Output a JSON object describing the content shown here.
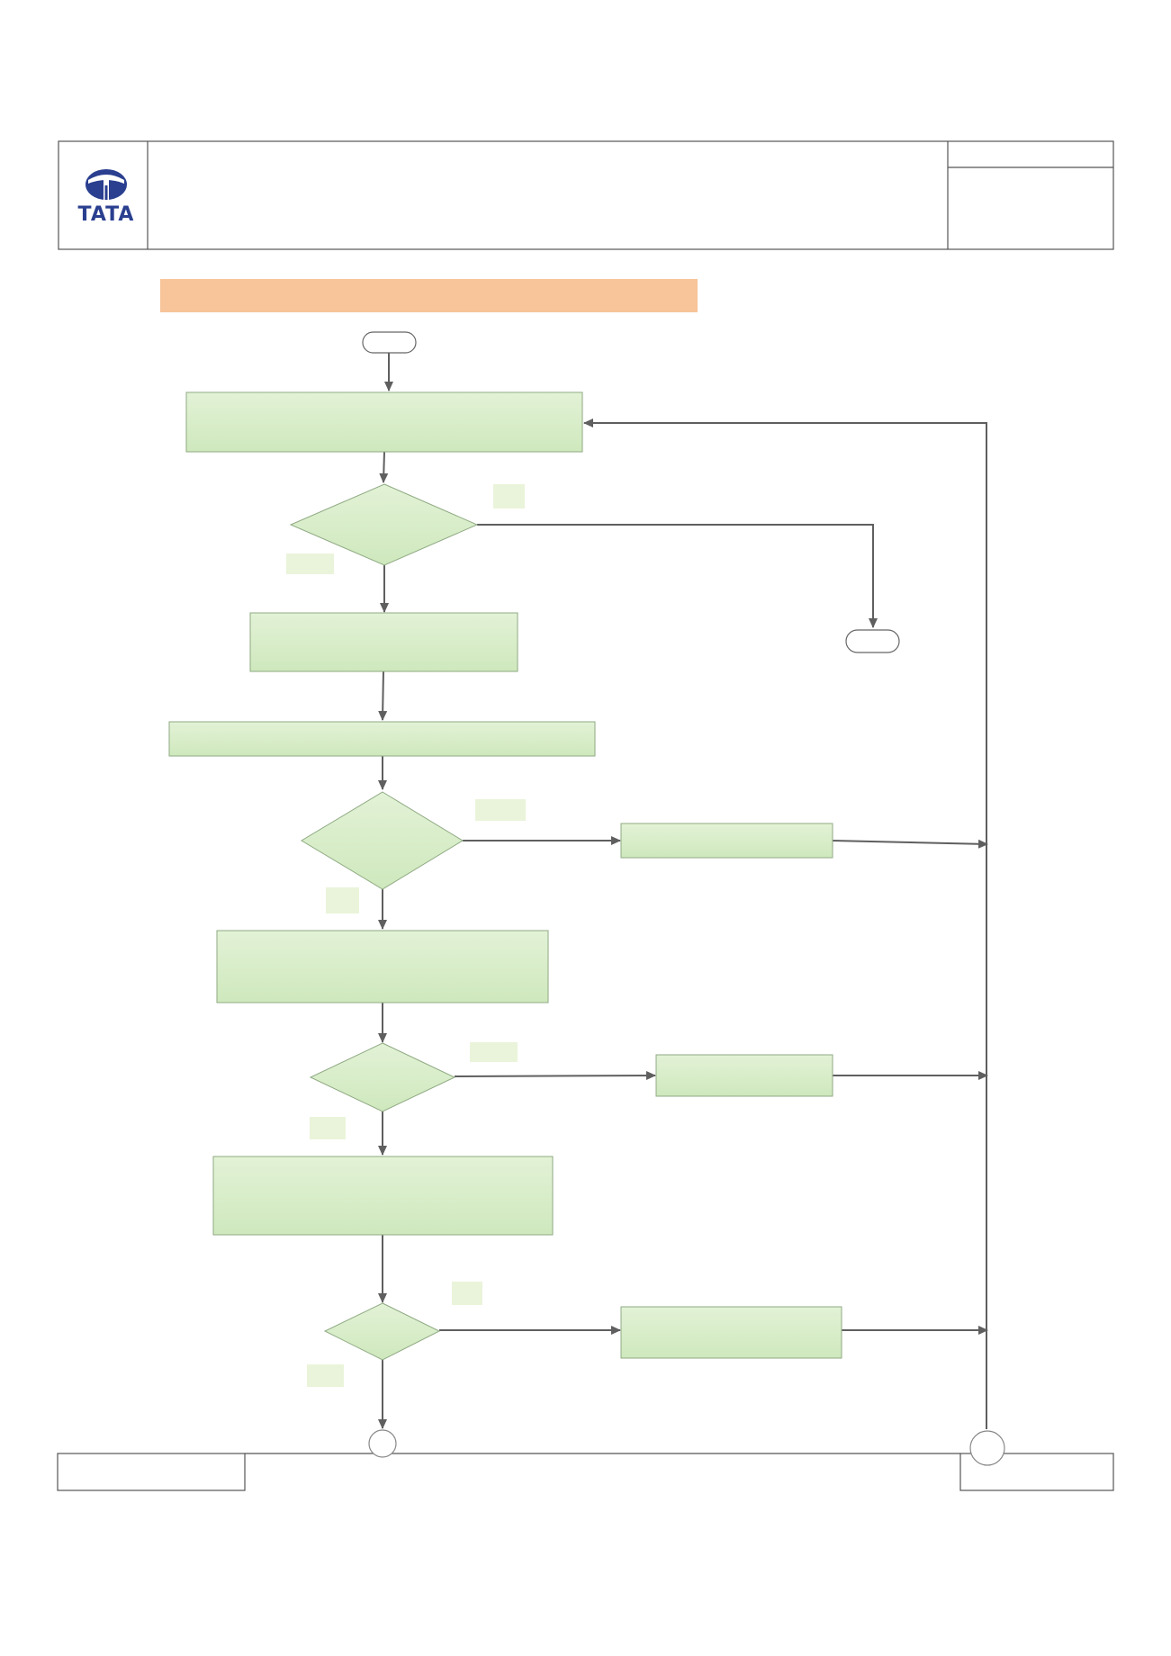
{
  "header": {
    "logo_text": "TATA",
    "logo_icon": "tata-emblem-icon",
    "title": "",
    "doc_info_top": "",
    "doc_info_bottom": ""
  },
  "section_banner": {
    "label": ""
  },
  "flowchart": {
    "start": {
      "label": ""
    },
    "steps": [
      {
        "id": "step-1",
        "label": ""
      },
      {
        "id": "step-2",
        "label": ""
      },
      {
        "id": "step-3",
        "label": ""
      },
      {
        "id": "step-4",
        "label": ""
      },
      {
        "id": "step-5",
        "label": ""
      }
    ],
    "decisions": [
      {
        "id": "decision-1",
        "label": "",
        "yes_label": "",
        "no_label": ""
      },
      {
        "id": "decision-2",
        "label": "",
        "yes_label": "",
        "no_label": ""
      },
      {
        "id": "decision-3",
        "label": "",
        "yes_label": "",
        "no_label": ""
      },
      {
        "id": "decision-4",
        "label": "",
        "yes_label": "",
        "no_label": ""
      }
    ],
    "side_steps": [
      {
        "id": "side-1",
        "label": ""
      },
      {
        "id": "side-2",
        "label": ""
      },
      {
        "id": "side-3",
        "label": ""
      }
    ],
    "end": {
      "label": ""
    },
    "connectors": [
      {
        "id": "connector-bottom",
        "label": ""
      },
      {
        "id": "connector-return",
        "label": ""
      }
    ]
  },
  "footer": {
    "left_label": "",
    "right_label": ""
  },
  "colors": {
    "box_fill": "#d5ecc6",
    "box_stroke": "#8faa83",
    "banner_fill": "#f8c49a",
    "label_fill": "#eaf4da",
    "line": "#5f5f5f",
    "logo_blue": "#2a3f8f"
  }
}
